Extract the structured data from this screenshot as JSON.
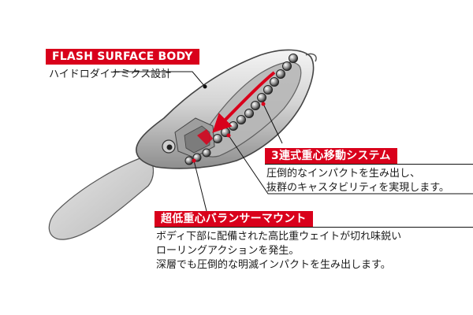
{
  "accent_color": "#d9001b",
  "callouts": {
    "body": {
      "title": "FLASH SURFACE BODY",
      "desc": "ハイドロダイナミクス設計"
    },
    "system": {
      "title": "3連式重心移動システム",
      "line1": "圧倒的なインパクトを生み出し、",
      "line2": "抜群のキャスタビリティを実現します。"
    },
    "balancer": {
      "title": "超低重心バランサーマウント",
      "line1": "ボディ下部に配備された高比重ウェイトが切れ味鋭い",
      "line2": "ローリングアクションを発生。",
      "line3": "深層でも圧倒的な明滅インパクトを生み出します。"
    }
  }
}
